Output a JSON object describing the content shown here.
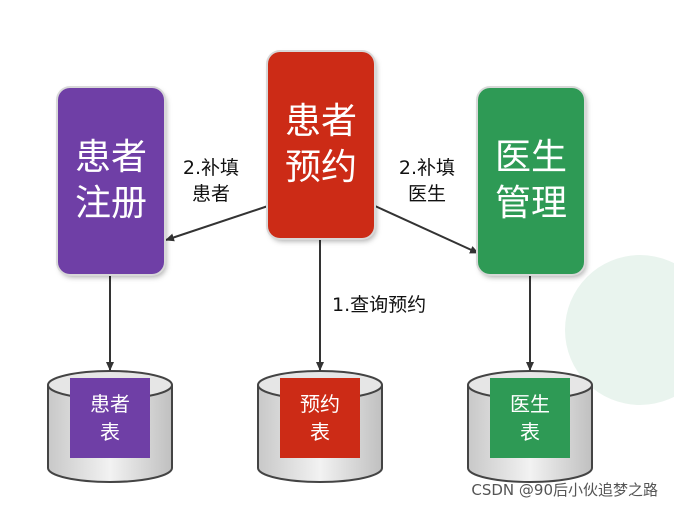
{
  "nodes": {
    "patient_register": {
      "label": "患者注册",
      "color": "#6f3fa6"
    },
    "patient_booking": {
      "label": "患者预约",
      "color": "#cc2b16"
    },
    "doctor_manage": {
      "label": "医生管理",
      "color": "#2e9a55"
    }
  },
  "edges": {
    "to_register": "2.补填患者",
    "to_doctor": "2.补填医生",
    "to_booking_table": "1.查询预约"
  },
  "tables": {
    "patient_table": {
      "label": "患者表",
      "color": "#6f3fa6"
    },
    "booking_table": {
      "label": "预约表",
      "color": "#cc2b16"
    },
    "doctor_table": {
      "label": "医生表",
      "color": "#2e9a55"
    }
  },
  "watermark": "CSDN @90后小伙追梦之路"
}
